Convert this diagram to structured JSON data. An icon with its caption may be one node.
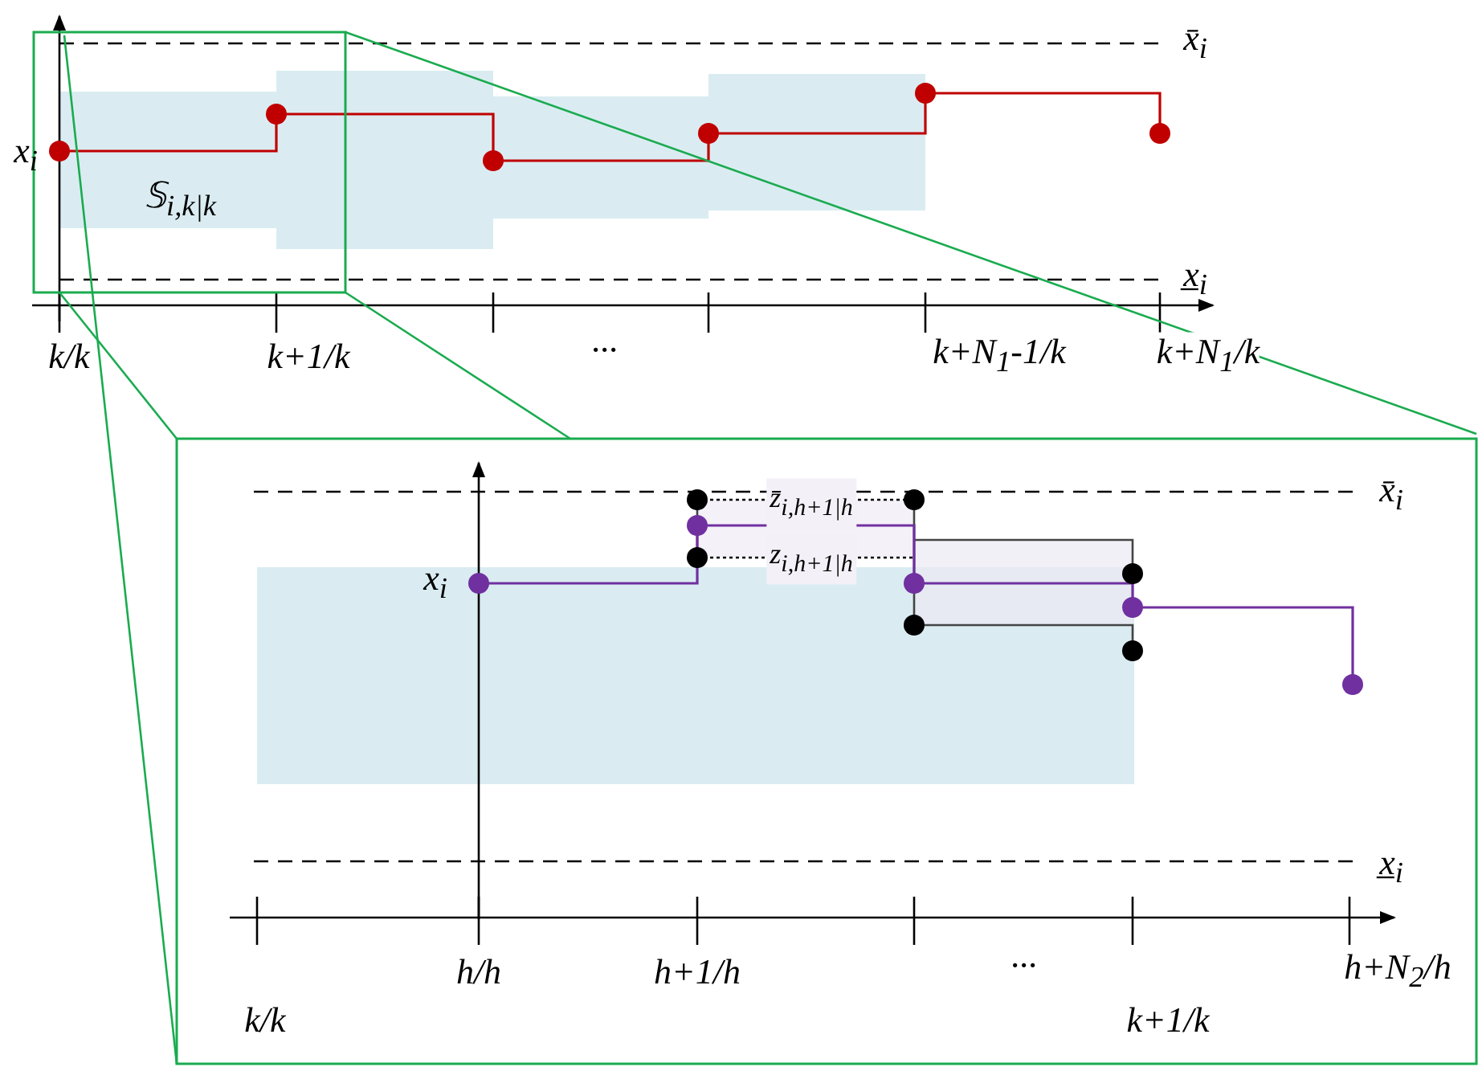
{
  "diagram": {
    "labels": [
      "x̄$_{i}$",
      "x$_{i}$",
      "𝕊$_{i,k|k}$",
      "x̲$_{i}$",
      "k/k",
      "k+1/k",
      "···",
      "k+N$_{1}$-1/k",
      "k+N$_{1}$/k",
      "z̄$_{i,h+1|h}$",
      "x̄$_{i}$",
      "x$_{i}$",
      "z$_{i,h+1|h}$",
      "x̲$_{i}$",
      "h/h",
      "h+1/h",
      "···",
      "h+N$_{2}$/h",
      "k/k",
      "k+1/k"
    ]
  }
}
